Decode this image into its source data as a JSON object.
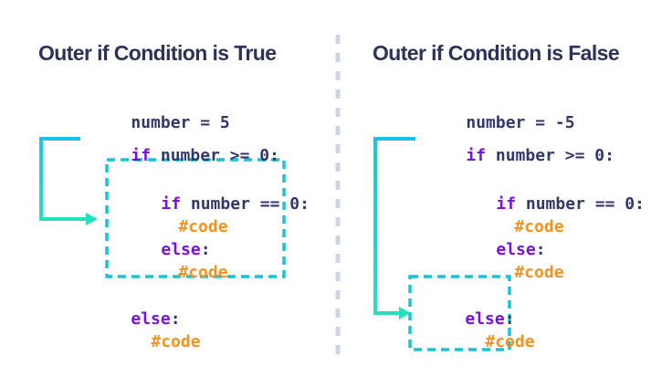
{
  "diagram": {
    "topic": "Python nested if...else flow"
  },
  "panels": [
    {
      "title": "Outer if Condition is True",
      "code": {
        "assignment": "number = 5",
        "outer_if_keyword": "if",
        "outer_if_rest": " number >= 0:",
        "inner_if_keyword": "if",
        "inner_if_rest": " number == 0:",
        "inner_if_body": "#code",
        "inner_else_keyword": "else",
        "inner_else_colon": ":",
        "inner_else_body": "#code",
        "outer_else_keyword": "else",
        "outer_else_colon": ":",
        "outer_else_body": "#code"
      },
      "highlighted_block": "inner if...else block",
      "arrow_points_to": "inner if...else block"
    },
    {
      "title": "Outer if Condition is False",
      "code": {
        "assignment": "number = -5",
        "outer_if_keyword": "if",
        "outer_if_rest": " number >= 0:",
        "inner_if_keyword": "if",
        "inner_if_rest": " number == 0:",
        "inner_if_body": "#code",
        "inner_else_keyword": "else",
        "inner_else_colon": ":",
        "inner_else_body": "#code",
        "outer_else_keyword": "else",
        "outer_else_colon": ":",
        "outer_else_body": "#code"
      },
      "highlighted_block": "outer else block",
      "arrow_points_to": "outer else block"
    }
  ],
  "colors": {
    "bg": "#ffffff",
    "heading": "#2d3259",
    "code": "#31386a",
    "keyword": "#7b0fe8",
    "comment": "#f3931f",
    "box": "#17c3dc",
    "arrow-start": "#1bc3e8",
    "arrow-end": "#28dfbd",
    "divider": "#cdd5e2"
  }
}
